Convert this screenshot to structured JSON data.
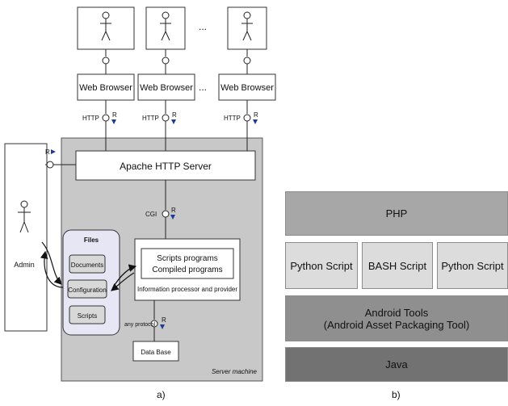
{
  "diagram_a": {
    "ellipsis": "...",
    "browser_label": "Web Browser",
    "http_label": "HTTP",
    "r_label": "R",
    "apache_label": "Apache HTTP Server",
    "cgi_label": "CGI",
    "admin_label": "Admin",
    "files_title": "Files",
    "files_items": [
      "Documents",
      "Configuration",
      "Scripts"
    ],
    "scripts_line1": "Scripts programs",
    "scripts_line2": "Compiled programs",
    "info_label": "Information processor and provider",
    "any_protocol_label": "any protocol",
    "database_label": "Data Base",
    "server_machine_label": "Server machine",
    "caption": "a)"
  },
  "diagram_b": {
    "php": "PHP",
    "scripts": [
      "Python Script",
      "BASH Script",
      "Python Script"
    ],
    "android_line1": "Android Tools",
    "android_line2": "(Android Asset Packaging Tool)",
    "java": "Java",
    "caption": "b)"
  },
  "colors": {
    "server_fill": "#c8c8c8",
    "files_fill": "#e6e6f4",
    "arrow_blue": "#1f3a93"
  }
}
